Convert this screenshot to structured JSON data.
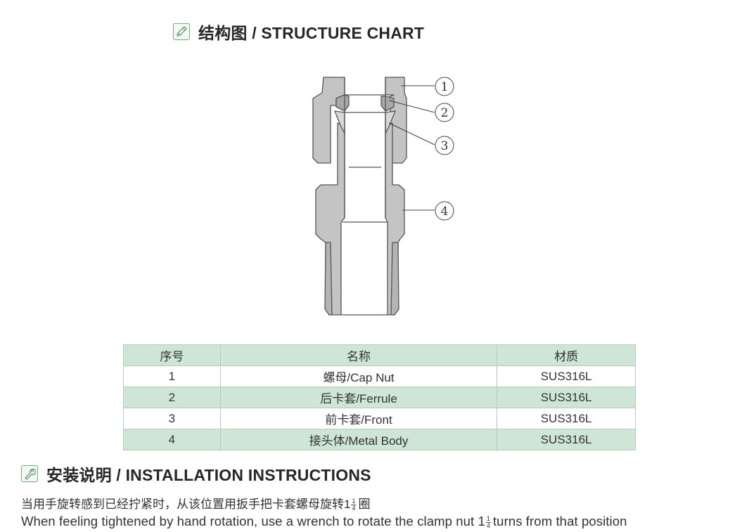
{
  "structure_section": {
    "icon": "pencil-icon",
    "title": "结构图 / STRUCTURE CHART"
  },
  "diagram": {
    "callouts": [
      {
        "number": "1",
        "part": "Cap Nut"
      },
      {
        "number": "2",
        "part": "Ferrule"
      },
      {
        "number": "3",
        "part": "Front"
      },
      {
        "number": "4",
        "part": "Metal Body"
      }
    ],
    "colors": {
      "fill": "#c4c4c4",
      "stroke": "#555555"
    }
  },
  "parts_table": {
    "headers": [
      "序号",
      "名称",
      "材质"
    ],
    "rows": [
      {
        "no": "1",
        "name": "螺母/Cap Nut",
        "material": "SUS316L"
      },
      {
        "no": "2",
        "name": "后卡套/Ferrule",
        "material": "SUS316L"
      },
      {
        "no": "3",
        "name": "前卡套/Front",
        "material": "SUS316L"
      },
      {
        "no": "4",
        "name": "接头体/Metal Body",
        "material": "SUS316L"
      }
    ],
    "colors": {
      "header_bg": "#cfe6d6",
      "alt_row_bg": "#cfe6d6",
      "border": "#b8c9bd"
    }
  },
  "installation_section": {
    "icon": "wrench-icon",
    "title": "安装说明 / INSTALLATION INSTRUCTIONS",
    "text_cn_before": "当用手旋转感到已经拧紧时，从该位置用扳手把卡套螺母旋转1",
    "text_cn_after": "圈",
    "text_en_before": "When feeling tightened by hand rotation, use a wrench to rotate the clamp nut 1",
    "text_en_after": "turns from that position",
    "fraction": {
      "numerator": "1",
      "denominator": "4"
    }
  }
}
